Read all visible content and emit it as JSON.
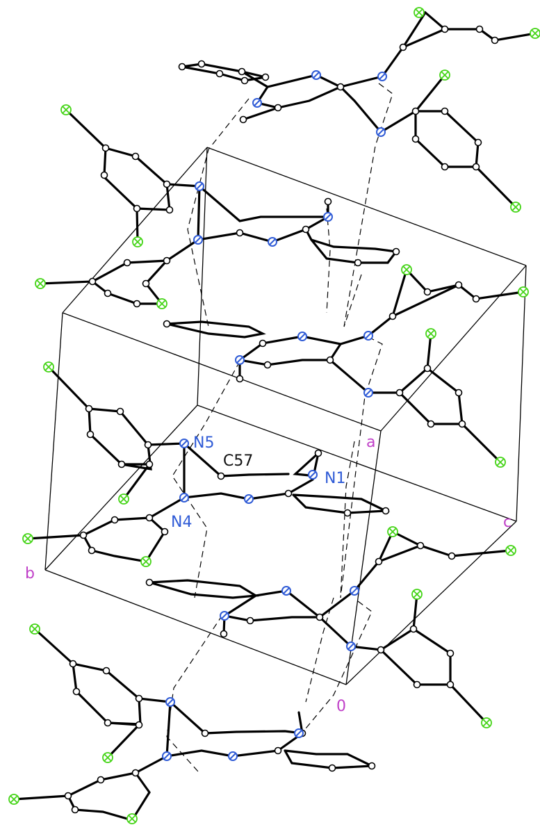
{
  "atom_labels": {
    "n5": "N5",
    "c57": "C57",
    "n1": "N1",
    "n4": "N4"
  },
  "axis_labels": {
    "a": "a",
    "b": "b",
    "c": "c",
    "origin": "0"
  },
  "colors": {
    "bond": "#000000",
    "nitrogen": "#2f5bd6",
    "chlorine": "#44d416",
    "carbon": "#ffffff",
    "axis_label": "#c040c8",
    "atom_label": "#2f5bd6"
  }
}
